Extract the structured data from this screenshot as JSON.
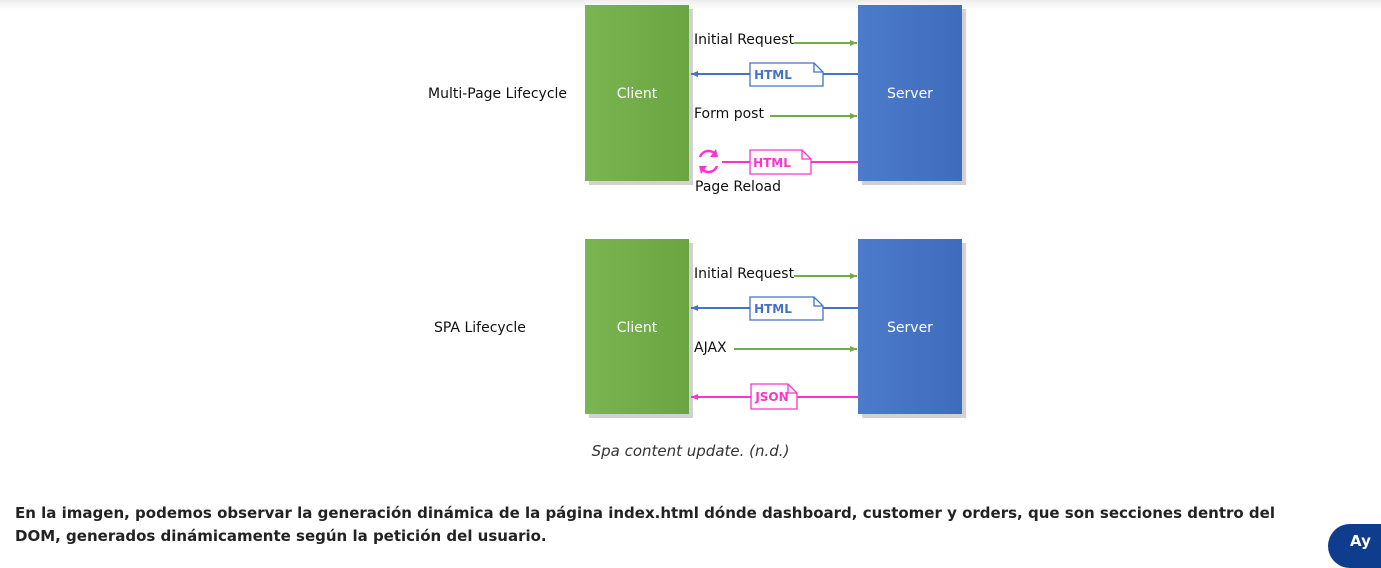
{
  "diagram": {
    "colors": {
      "client": "#71ac4b",
      "server": "#4472c4",
      "request": "#70ad47",
      "html_response": "#4472c4",
      "reload_response": "#ff33cc"
    },
    "multi_page": {
      "label": "Multi-Page Lifecycle",
      "client": "Client",
      "server": "Server",
      "initial_request": "Initial Request",
      "html_1": "HTML",
      "form_post": "Form post",
      "html_2": "HTML",
      "page_reload": "Page Reload",
      "reload_icon": "refresh-icon"
    },
    "spa": {
      "label": "SPA Lifecycle",
      "client": "Client",
      "server": "Server",
      "initial_request": "Initial Request",
      "html": "HTML",
      "ajax": "AJAX",
      "json": "JSON"
    }
  },
  "caption": "Spa content update. (n.d.)",
  "paragraph": "En la imagen, podemos observar la generación dinámica de la página index.html dónde dashboard, customer y orders, que son secciones dentro del DOM, generados dinámicamente según la petición del usuario.",
  "help_button": {
    "label": "Ay"
  }
}
